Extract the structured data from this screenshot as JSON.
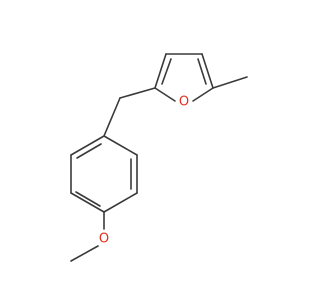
{
  "molecule": {
    "atoms": [
      {
        "id": "o_furan",
        "symbol": "O",
        "color": "#e0301e"
      },
      {
        "id": "o_methoxy",
        "symbol": "O",
        "color": "#e0301e"
      }
    ]
  },
  "colors": {
    "bond": "#3a3a3a",
    "oxygen": "#e0301e",
    "background": "#ffffff"
  }
}
